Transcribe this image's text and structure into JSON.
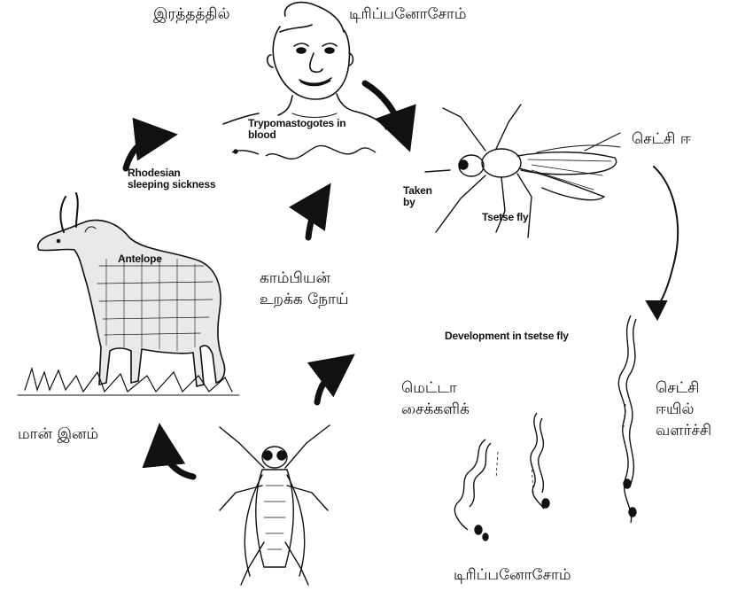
{
  "labels": {
    "top_left_tamil": "இரத்தத்தில்",
    "top_right_tamil": "டிரிப்பனோசோம்",
    "trypomastigotes": [
      "Trypomastogotes in",
      "blood"
    ],
    "rhodesian": [
      "Rhodesian",
      "sleeping sickness"
    ],
    "tsetse_tamil": "செட்சி ஈ",
    "taken_by": [
      "Taken",
      "by"
    ],
    "tsetse_fly": "Tsetse fly",
    "antelope": "Antelope",
    "gambian_tamil": [
      "காம்பியன்",
      "உறக்க நோய்"
    ],
    "development": "Development in tsetse fly",
    "development_tamil": [
      "செட்சி",
      "ஈயில்",
      "வளர்ச்சி"
    ],
    "metacyclic_tamil": [
      "மெட்டா",
      "சைக்களிக்"
    ],
    "deer_tamil": "மான் இனம்",
    "bottom_tamil": "டிரிப்பனோசோம்"
  },
  "colors": {
    "ink": "#111111",
    "paper": "#ffffff"
  },
  "icons": [
    "human-head-icon",
    "tsetse-fly-icon",
    "antelope-icon",
    "fly-vector-icon",
    "trypanosome-icon",
    "cycle-arrow-icon"
  ]
}
